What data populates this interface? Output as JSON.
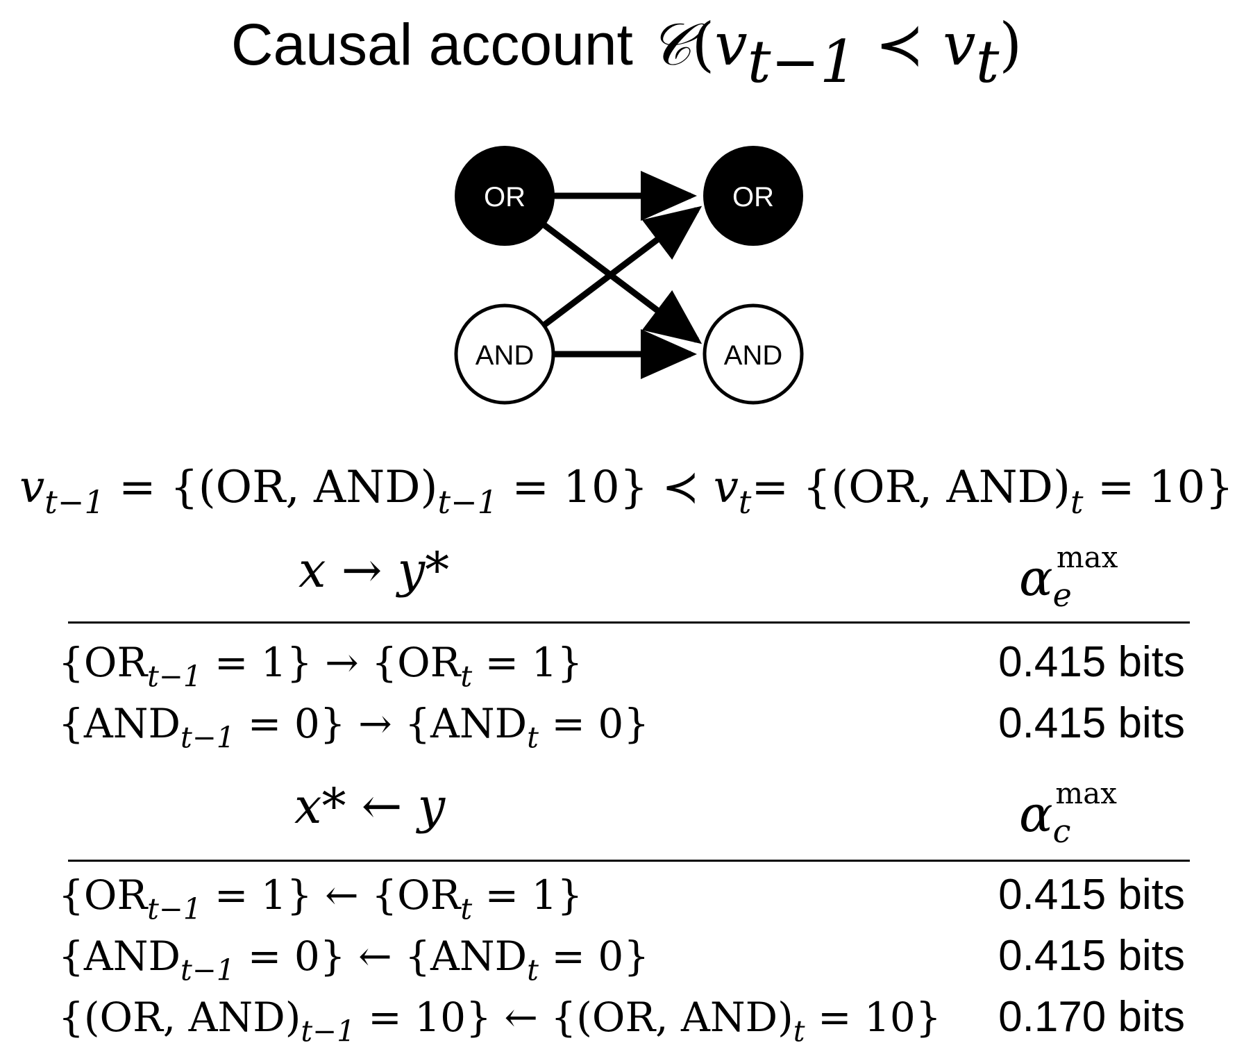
{
  "title": {
    "prefix": "Causal account",
    "C": "𝒞",
    "open": "(",
    "v1": "v",
    "sub1": "t−1",
    "prec": " ≺ ",
    "v2": "v",
    "sub2": "t",
    "close": ")"
  },
  "diagram": {
    "nodes": [
      {
        "label": "OR",
        "filled": true
      },
      {
        "label": "AND",
        "filled": false
      },
      {
        "label": "OR",
        "filled": true
      },
      {
        "label": "AND",
        "filled": false
      }
    ],
    "colors": {
      "filled": "#000000",
      "filled_text": "#ffffff",
      "empty": "#ffffff",
      "empty_text": "#000000",
      "edge": "#000000"
    }
  },
  "equation": {
    "v_left": "v",
    "sub_left": "t−1",
    "eq_left": " = {(OR, AND)",
    "sub_left2": "t−1",
    "val_left": " = 10} ≺ ",
    "v_right": "v",
    "sub_right": "t",
    "eq_right": "= {(OR, AND)",
    "sub_right2": "t",
    "val_right": " = 10}"
  },
  "effect_section": {
    "header_x": "x",
    "header_arrow": " → ",
    "header_y": "y*",
    "alpha": "α",
    "alpha_sub": "e",
    "alpha_sup": "max",
    "rows": [
      {
        "a": "{OR",
        "asub": "t−1",
        "b": " = 1} → {OR",
        "bsub": "t",
        "c": " = 1}",
        "value": "0.415 bits"
      },
      {
        "a": "{AND",
        "asub": "t−1",
        "b": " = 0} → {AND",
        "bsub": "t",
        "c": " = 0}",
        "value": "0.415 bits"
      }
    ]
  },
  "cause_section": {
    "header_x": "x*",
    "header_arrow": " ← ",
    "header_y": "y",
    "alpha": "α",
    "alpha_sub": "c",
    "alpha_sup": "max",
    "rows": [
      {
        "a": "{OR",
        "asub": "t−1",
        "b": " = 1} ← {OR",
        "bsub": "t",
        "c": " = 1}",
        "value": "0.415 bits"
      },
      {
        "a": "{AND",
        "asub": "t−1",
        "b": " = 0} ← {AND",
        "bsub": "t",
        "c": " = 0}",
        "value": "0.415 bits"
      },
      {
        "a": "{(OR, AND)",
        "asub": "t−1",
        "b": " = 10} ← {(OR, AND)",
        "bsub": "t",
        "c": " = 10}",
        "value": "0.170 bits"
      }
    ]
  }
}
